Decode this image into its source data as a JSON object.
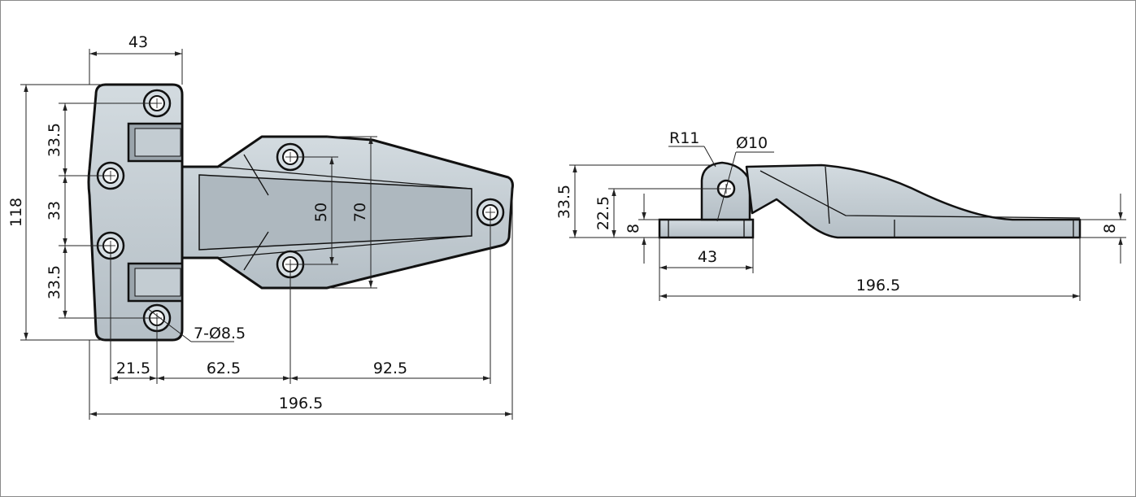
{
  "drawing": {
    "colors": {
      "metal": "#c5ced4",
      "metal_dark": "#9aa4ab",
      "outline": "#111111",
      "frame": "#8a8a8a"
    },
    "front_view": {
      "dims": {
        "width_top": "43",
        "height_total": "118",
        "hole_pitch_upper": "33.5",
        "hole_pitch_middle": "33",
        "hole_pitch_lower": "33.5",
        "inner_height_small": "50",
        "inner_height_large": "70",
        "hole_callout": "7-Ø8.5",
        "offset_a": "21.5",
        "offset_b": "62.5",
        "offset_c": "92.5",
        "total_length": "196.5"
      }
    },
    "side_view": {
      "dims": {
        "radius": "R11",
        "pin_diameter": "Ø10",
        "height_total": "33.5",
        "pin_height": "22.5",
        "base_thickness_left": "8",
        "base_thickness_right": "8",
        "base_width": "43",
        "total_length": "196.5"
      }
    }
  }
}
